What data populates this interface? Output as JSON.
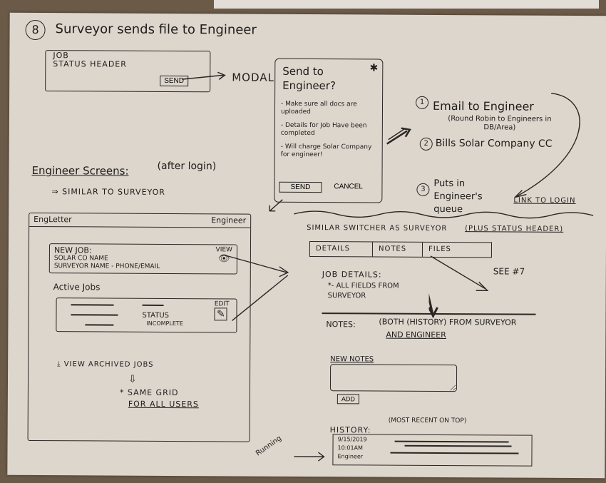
{
  "step": {
    "number": "8",
    "title": "Surveyor sends file to Engineer"
  },
  "job_header_sketch": {
    "label_line1": "Job",
    "label_line2": "Status Header",
    "send_button": "Send",
    "arrow_label": "Modal"
  },
  "modal": {
    "close_icon": "x-icon",
    "title_line1": "Send to",
    "title_line2": "Engineer?",
    "bullets": [
      "- Make sure all docs are uploaded",
      "- Details for Job Have been completed",
      "- Will charge Solar Company for engineer!"
    ],
    "send_button": "Send",
    "cancel_button": "Cancel"
  },
  "outcomes": [
    {
      "num": "1",
      "text": "Email to Engineer",
      "sub": "(Round Robin to Engineers in DB/Area)"
    },
    {
      "num": "2",
      "text": "Bills Solar Company CC"
    },
    {
      "num": "3",
      "text": "Puts in Engineer's queue"
    }
  ],
  "link_to_login": "Link to login",
  "engineer_section": {
    "title": "Engineer Screens:",
    "subtitle": "(after login)",
    "note": "Similar to Surveyor"
  },
  "engineer_app": {
    "brand": "EngLetter",
    "user": "Engineer",
    "new_job": {
      "title": "New Job:",
      "line1": "Solar Co Name",
      "line2": "Surveyor Name - Phone/Email",
      "view_label": "View",
      "view_icon": "eye-icon"
    },
    "active_jobs_title": "Active Jobs",
    "active_job": {
      "status_label": "Status",
      "status_value": "Incomplete",
      "edit_label": "Edit",
      "edit_icon": "pencil-icon"
    },
    "view_archived": "View Archived Jobs",
    "archived_note_line1": "* Same grid",
    "archived_note_line2": "for all users"
  },
  "job_detail": {
    "heading": "Similar switcher as Surveyor",
    "heading_extra": "(Plus Status Header)",
    "tabs": [
      {
        "label": "Details"
      },
      {
        "label": "Notes"
      },
      {
        "label": "Files"
      }
    ],
    "see_ref": "See #7",
    "job_details_title": "Job Details:",
    "job_details_note": "*- All fields from Surveyor",
    "notes_label": "Notes:",
    "notes_desc_line1": "(Both (History) from Surveyor",
    "notes_desc_line2": "and Engineer",
    "new_notes_label": "New Notes",
    "new_notes_placeholder": "",
    "add_button": "Add",
    "history_label": "History:",
    "history_note": "(Most recent on top)",
    "history_entry": {
      "date": "9/15/2019",
      "time": "10:01AM",
      "author": "Engineer"
    },
    "running_label": "Running"
  }
}
